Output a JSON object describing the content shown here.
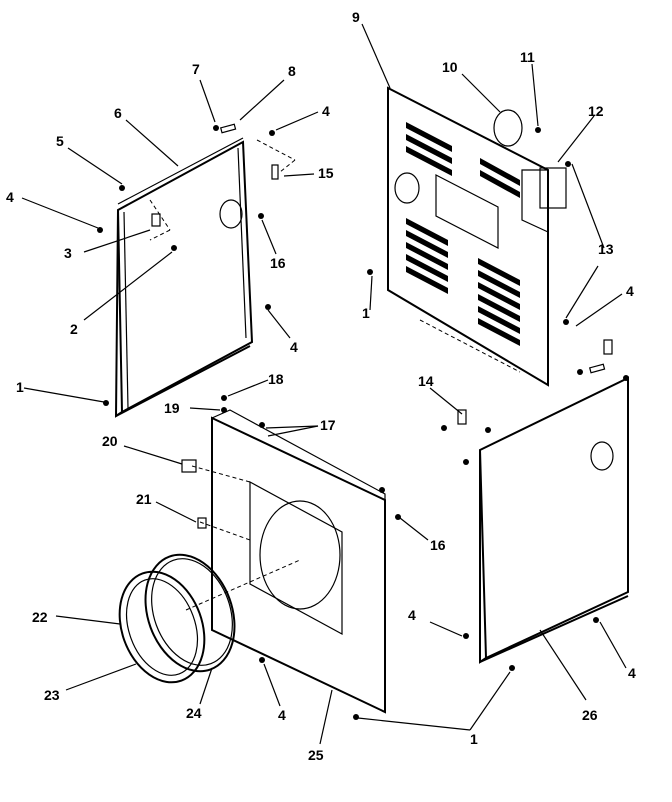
{
  "callouts": [
    {
      "id": "c1",
      "text": "7"
    },
    {
      "id": "c2",
      "text": "8"
    },
    {
      "id": "c3",
      "text": "6"
    },
    {
      "id": "c4",
      "text": "4"
    },
    {
      "id": "c5",
      "text": "5"
    },
    {
      "id": "c6",
      "text": "4"
    },
    {
      "id": "c7",
      "text": "15"
    },
    {
      "id": "c8",
      "text": "3"
    },
    {
      "id": "c9",
      "text": "16"
    },
    {
      "id": "c10",
      "text": "2"
    },
    {
      "id": "c11",
      "text": "4"
    },
    {
      "id": "c12",
      "text": "1"
    },
    {
      "id": "c13",
      "text": "18"
    },
    {
      "id": "c14",
      "text": "19"
    },
    {
      "id": "c15",
      "text": "17"
    },
    {
      "id": "c16",
      "text": "20"
    },
    {
      "id": "c17",
      "text": "21"
    },
    {
      "id": "c18",
      "text": "16"
    },
    {
      "id": "c19",
      "text": "22"
    },
    {
      "id": "c20",
      "text": "23"
    },
    {
      "id": "c21",
      "text": "24"
    },
    {
      "id": "c22",
      "text": "4"
    },
    {
      "id": "c23",
      "text": "25"
    },
    {
      "id": "c24",
      "text": "9"
    },
    {
      "id": "c25",
      "text": "10"
    },
    {
      "id": "c26",
      "text": "11"
    },
    {
      "id": "c27",
      "text": "12"
    },
    {
      "id": "c28",
      "text": "13"
    },
    {
      "id": "c29",
      "text": "1"
    },
    {
      "id": "c30",
      "text": "4"
    },
    {
      "id": "c31",
      "text": "14"
    },
    {
      "id": "c32",
      "text": "4"
    },
    {
      "id": "c33",
      "text": "4"
    },
    {
      "id": "c34",
      "text": "26"
    },
    {
      "id": "c35",
      "text": "1"
    }
  ]
}
